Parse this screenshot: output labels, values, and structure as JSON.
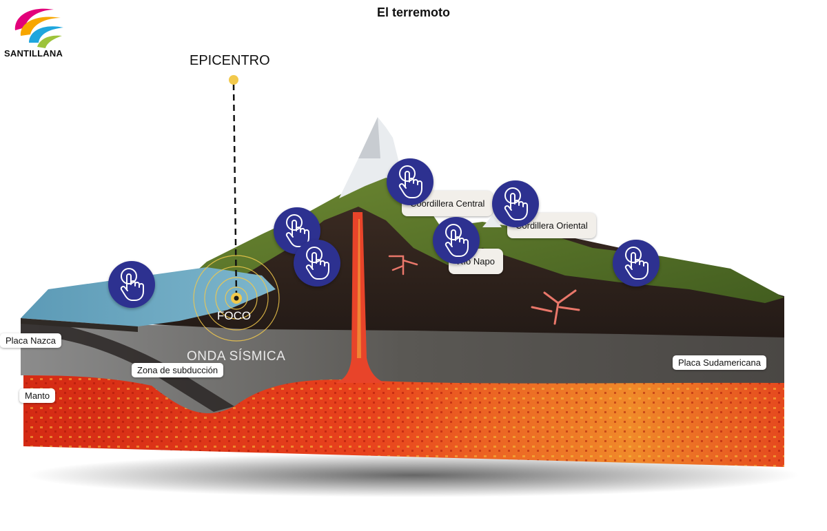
{
  "header": {
    "title": "El terremoto"
  },
  "logo": {
    "text": "SANTILLANA"
  },
  "diagram": {
    "epicentro": "EPICENTRO",
    "foco": "FOCO",
    "onda": "ONDA SÍSMICA",
    "labels": {
      "placa_nazca": "Placa Nazca",
      "zona_subduccion": "Zona de subducción",
      "manto": "Manto",
      "placa_sudamericana": "Placa Sudamericana",
      "cordillera_central": "Coordillera Central",
      "cordillera_oriental": "Cordillera Oriental",
      "rio_napo": "Río Napo"
    },
    "hotspot_icon": "touch-hand-icon",
    "hotspot_count": 7
  },
  "colors": {
    "hotspot": "#2d3190",
    "epicenter_dot": "#f2c94c",
    "focus_ring": "#f2c94c",
    "ocean": "#6aa9c4",
    "terrain": "#55722a",
    "crust": "#3a2a22",
    "plate": "#9a9a9a",
    "mantle": "#e6381c",
    "magma": "#e8442a"
  }
}
